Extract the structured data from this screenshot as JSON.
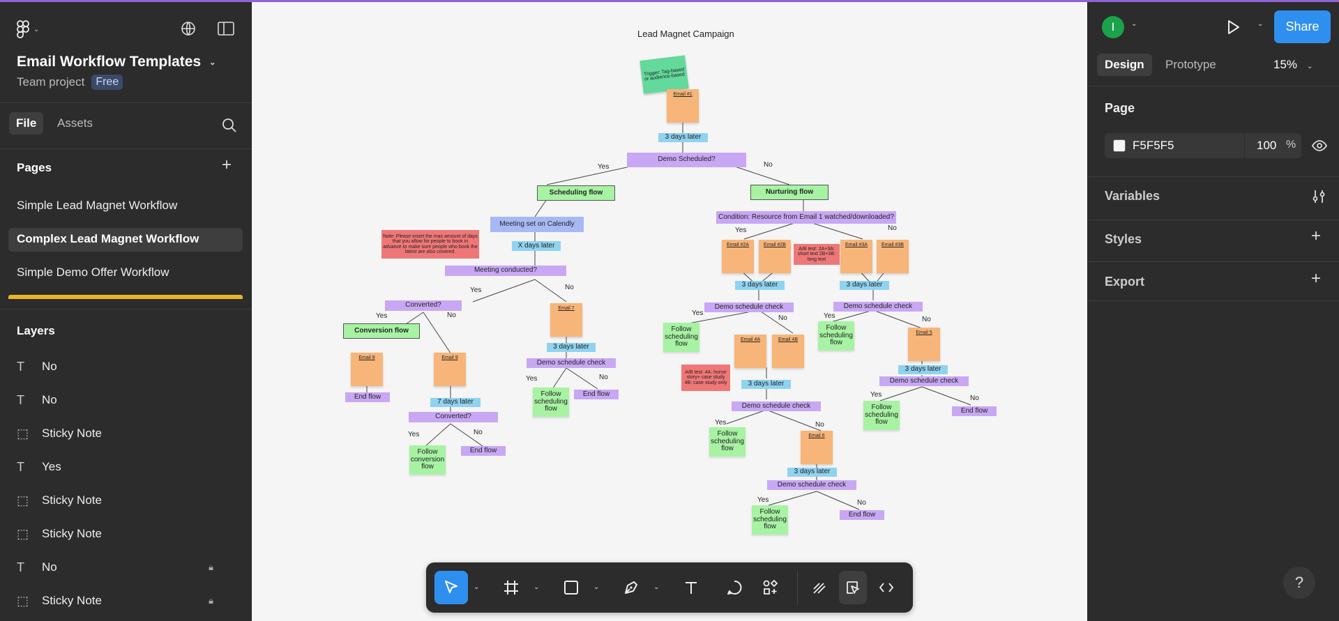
{
  "left": {
    "project_title": "Email Workflow Templates",
    "project_type": "Team project",
    "plan_badge": "Free",
    "tabs": [
      "File",
      "Assets"
    ],
    "pages_heading": "Pages",
    "pages": [
      "Simple Lead Magnet Workflow",
      "Complex Lead Magnet Workflow",
      "Simple Demo Offer Workflow"
    ],
    "layers_heading": "Layers",
    "layers": [
      {
        "icon": "T",
        "label": "No"
      },
      {
        "icon": "T",
        "label": "No"
      },
      {
        "icon": "⬚",
        "label": "Sticky Note"
      },
      {
        "icon": "T",
        "label": "Yes"
      },
      {
        "icon": "⬚",
        "label": "Sticky Note"
      },
      {
        "icon": "⬚",
        "label": "Sticky Note"
      },
      {
        "icon": "T",
        "label": "No"
      },
      {
        "icon": "⬚",
        "label": "Sticky Note"
      }
    ]
  },
  "right": {
    "avatar_initial": "I",
    "share_label": "Share",
    "tabs": [
      "Design",
      "Prototype"
    ],
    "zoom": "15%",
    "page_heading": "Page",
    "page_fill_hex": "F5F5F5",
    "page_fill_opacity": "100",
    "percent_sign": "%",
    "variables_heading": "Variables",
    "styles_heading": "Styles",
    "export_heading": "Export",
    "help": "?"
  },
  "canvas": {
    "title": "Lead Magnet Campaign",
    "trigger": "Trigger: Tag-based or audience-based",
    "nodes": {
      "email1": "Email #1",
      "d3a": "3 days later",
      "demo_sched": "Demo Scheduled?",
      "yes1": "Yes",
      "no1": "No",
      "sched_flow": "Scheduling flow",
      "nurt_flow": "Nurturing flow",
      "calendly": "Meeting set on Calendly",
      "xdays": "X days later",
      "note": "Note: Please insert the max amount of days that you allow for people to book in advance to make sure people who book the latest are also covered.",
      "meeting": "Meeting conducted?",
      "yes2": "Yes",
      "no2": "No",
      "converted": "Converted?",
      "yes3": "Yes",
      "no3": "No",
      "conv_flow": "Conversion flow",
      "email8": "Email 8",
      "email9": "Email 9",
      "end1": "End flow",
      "d7": "7  days later",
      "converted2": "Converted?",
      "yes4": "Yes",
      "no4": "No",
      "follow_conv": "Follow conversion flow",
      "end2": "End flow",
      "email7": "Email 7",
      "d3b": "3 days later",
      "dsc1": "Demo schedule check",
      "yes5": "Yes",
      "no5": "No",
      "follow1": "Follow scheduling flow",
      "end3": "End flow",
      "condition": "Condition: Resource from Email 1 watched/downloaded?",
      "yes6": "Yes",
      "no6": "No",
      "e2a": "Email #2A",
      "e2b": "Email #2B",
      "ab1": "A/B test: 2A+3A: short text 2B+3B: long text",
      "e3a": "Email #3A",
      "e3b": "Email #3B",
      "d3c": "3 days later",
      "d3d": "3 days later",
      "dsc2": "Demo schedule check",
      "dsc3": "Demo schedule check",
      "yes7": "Yes",
      "no7": "No",
      "yes8": "Yes",
      "no8": "No",
      "follow2": "Follow scheduling flow",
      "follow3": "Follow scheduling flow",
      "e4a": "Email 4A",
      "e4b": "Email 4B",
      "ab2": "A/B test: 4A: horror story+ case study 4B: case study only",
      "d3e": "3 days later",
      "email5": "Email 5",
      "d3f": "3 days later",
      "dsc4": "Demo schedule check",
      "yes9": "Yes",
      "no9": "No",
      "follow4": "Follow scheduling flow",
      "end4": "End flow",
      "dsc5": "Demo schedule check",
      "yes10": "Yes",
      "no10": "No",
      "follow5": "Follow scheduling flow",
      "email6": "Email 6",
      "d3g": "3 days later",
      "dsc6": "Demo schedule check",
      "yes11": "Yes",
      "no11": "No",
      "follow6": "Follow scheduling flow",
      "end5": "End flow"
    }
  },
  "colors": {
    "accent": "#2f8fee",
    "email": "#f7b579",
    "decision": "#c8a8f4",
    "delay": "#8fd3f0",
    "flow": "#a7f3a3",
    "note": "#f07777",
    "trigger": "#63d99b"
  }
}
